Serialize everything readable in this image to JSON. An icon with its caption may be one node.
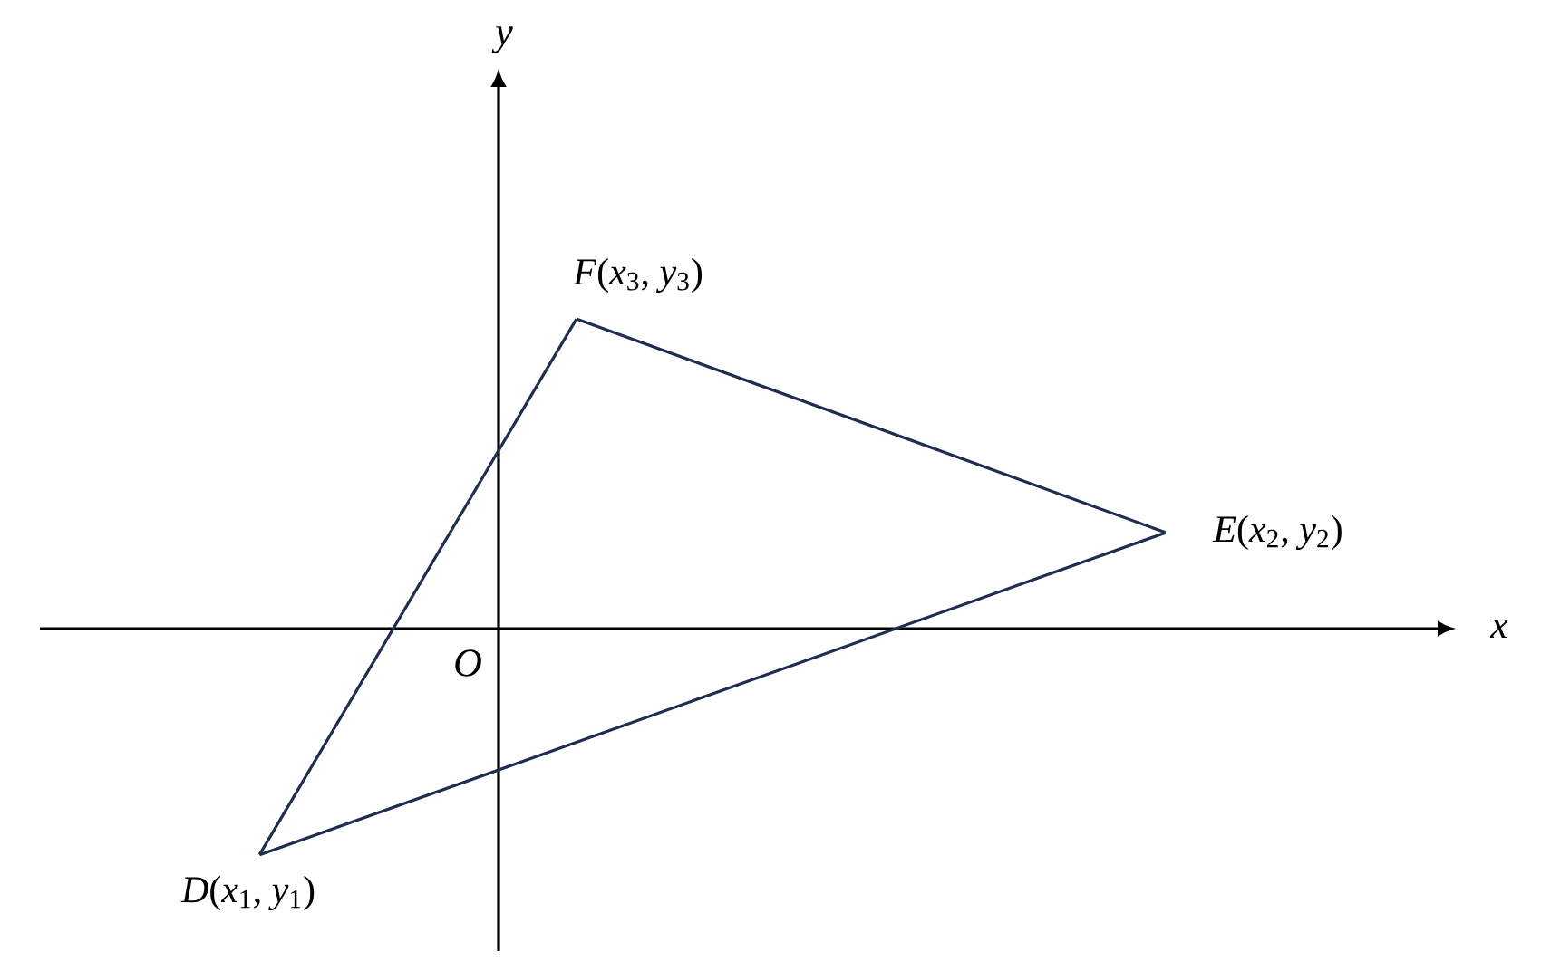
{
  "diagram": {
    "nodes": [
      {
        "text": [
          "*F*(*x*$_{3}$, *y*$_{3}$)"
        ]
      },
      {
        "text": [
          "*E*(*x*$_{2}$, *y*$_{2}$)"
        ]
      },
      {
        "text": [
          "*D*(*x*$_{1}$, *y*$_{1}$)"
        ]
      }
    ],
    "edges": [
      {
        "from": 0,
        "to": 1,
        "arrow": "none"
      },
      {
        "from": 1,
        "to": 2,
        "arrow": "none"
      },
      {
        "from": 2,
        "to": 0,
        "arrow": "none"
      }
    ],
    "labels": [
      "*y*",
      "*x*",
      "*O*"
    ]
  }
}
